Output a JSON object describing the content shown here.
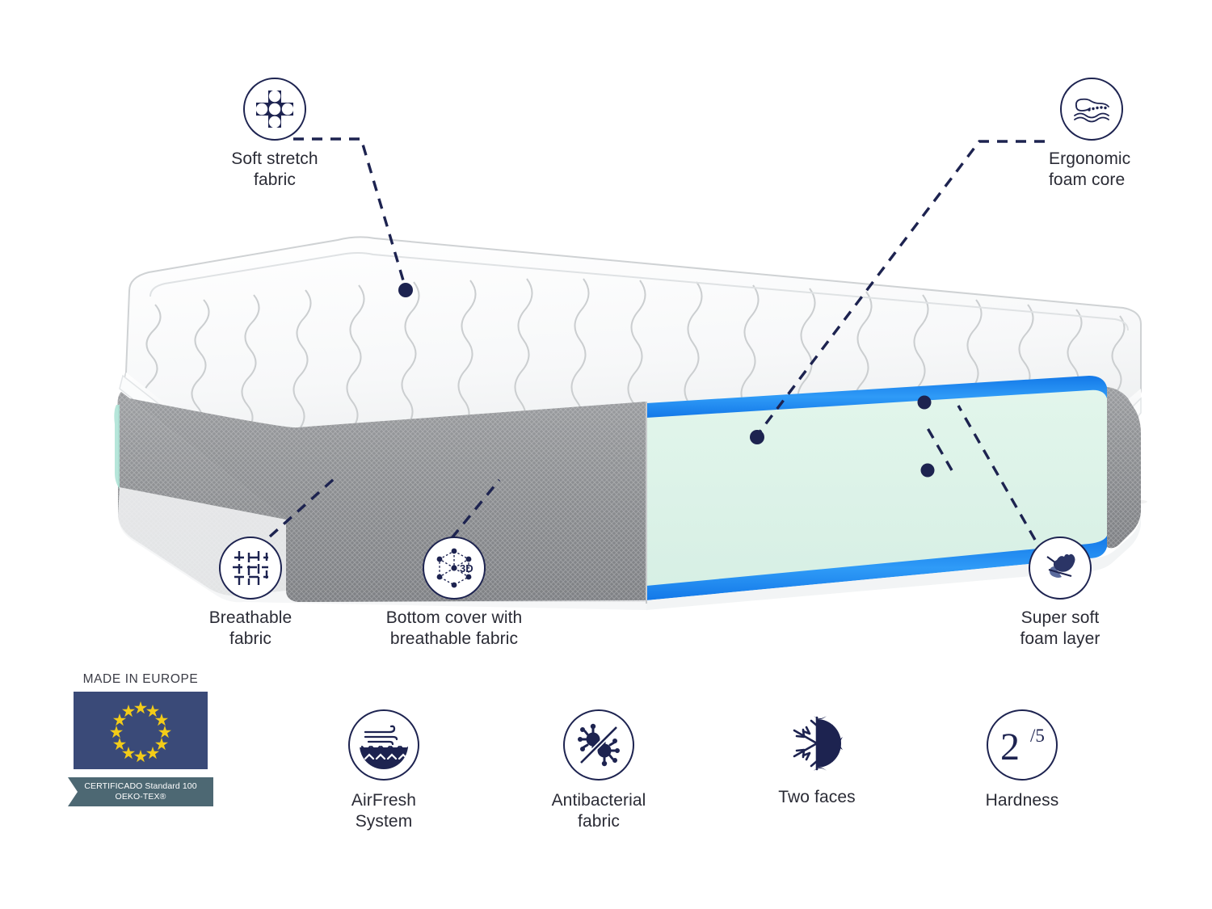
{
  "product": {
    "type": "mattress-cutaway-infographic",
    "colors": {
      "navy": "#1d2350",
      "foam_core": "#ddf3e8",
      "soft_foam_layer": "#1e8bf0",
      "side_mesh": "#8d8f92",
      "cover": "#f4f5f6",
      "eu_blue": "#3a4a78",
      "eu_star": "#f3cc18",
      "oeko_ribbon": "#4d6873"
    }
  },
  "callouts": [
    {
      "id": "soft-stretch-fabric",
      "label": "Soft stretch\nfabric",
      "icon": "soft-stretch-fabric-icon"
    },
    {
      "id": "ergonomic-foam-core",
      "label": "Ergonomic\nfoam core",
      "icon": "ergonomic-foam-core-icon"
    },
    {
      "id": "breathable-fabric",
      "label": "Breathable\nfabric",
      "icon": "breathable-fabric-icon"
    },
    {
      "id": "bottom-cover",
      "label": "Bottom cover with\nbreathable fabric",
      "icon": "three-d-mesh-icon"
    },
    {
      "id": "super-soft-foam",
      "label": "Super soft\nfoam layer",
      "icon": "hand-press-foam-icon"
    }
  ],
  "badges": [
    {
      "id": "airfresh",
      "label": "AirFresh\nSystem",
      "icon": "airfresh-system-icon"
    },
    {
      "id": "antibacterial",
      "label": "Antibacterial\nfabric",
      "icon": "antibacterial-icon"
    },
    {
      "id": "two-faces",
      "label": "Two faces",
      "icon": "two-faces-icon"
    },
    {
      "id": "hardness",
      "label": "Hardness",
      "icon": "hardness-icon",
      "value": "2",
      "scale": "/5"
    }
  ],
  "certification": {
    "made_in_europe": "MADE IN EUROPE",
    "flag_stars": 12,
    "oeko_line1": "CERTIFICADO Standard 100",
    "oeko_line2": "OEKO-TEX®"
  }
}
